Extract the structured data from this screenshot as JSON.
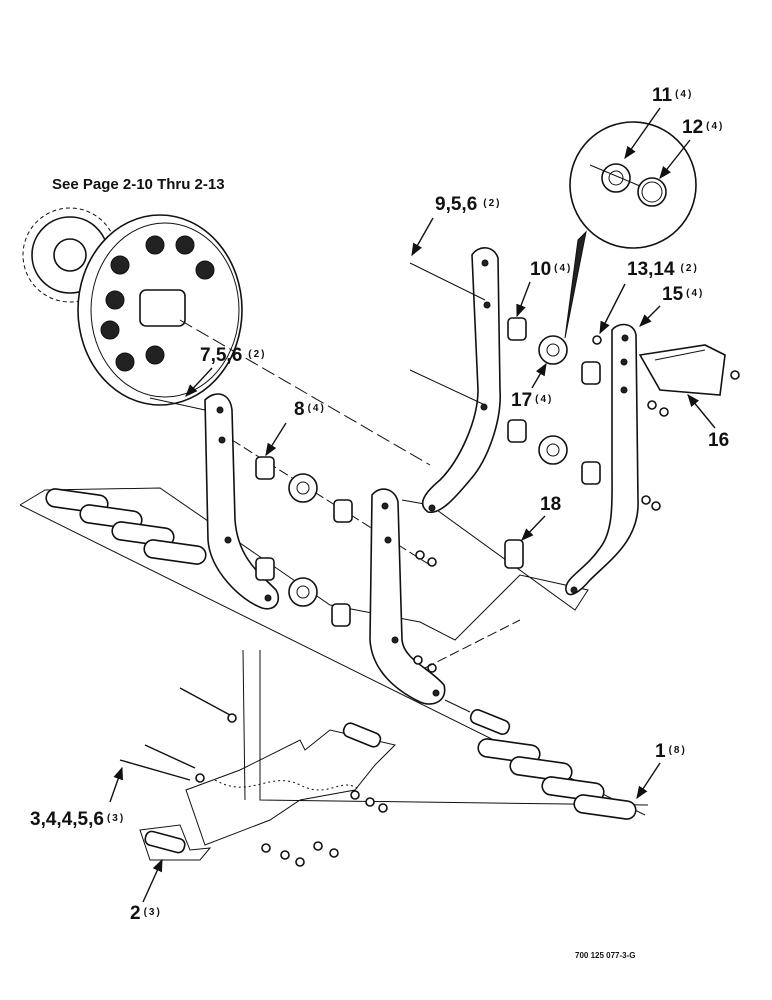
{
  "reference_note": "See Page 2-10 Thru 2-13",
  "drawing_code": "700 125 077-3-G",
  "callouts": [
    {
      "id": "c1",
      "num": "1",
      "qty": "(8)"
    },
    {
      "id": "c2",
      "num": "2",
      "qty": "(3)"
    },
    {
      "id": "c3",
      "num": "3,4,4,5,6",
      "qty": "(3)"
    },
    {
      "id": "c7",
      "num": "7,5,6",
      "qty": "(2)"
    },
    {
      "id": "c8",
      "num": "8",
      "qty": "(4)"
    },
    {
      "id": "c9",
      "num": "9,5,6",
      "qty": "(2)"
    },
    {
      "id": "c10",
      "num": "10",
      "qty": "(4)"
    },
    {
      "id": "c11",
      "num": "11",
      "qty": "(4)"
    },
    {
      "id": "c12",
      "num": "12",
      "qty": "(4)"
    },
    {
      "id": "c13",
      "num": "13,14",
      "qty": "(2)"
    },
    {
      "id": "c15",
      "num": "15",
      "qty": "(4)"
    },
    {
      "id": "c16",
      "num": "16",
      "qty": ""
    },
    {
      "id": "c17",
      "num": "17",
      "qty": "(4)"
    },
    {
      "id": "c18",
      "num": "18",
      "qty": ""
    }
  ]
}
